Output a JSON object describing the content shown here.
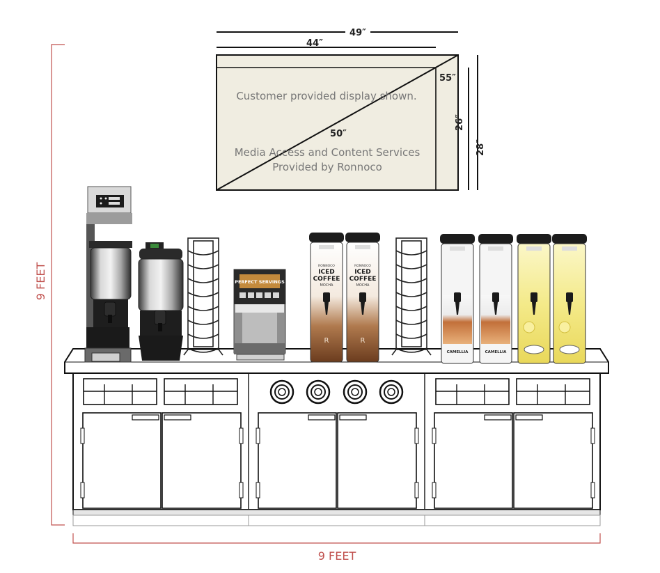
{
  "display": {
    "caption_line1": "Customer provided display shown.",
    "caption_line2": "Media Access and Content Services",
    "caption_line3": "Provided by Ronnoco"
  },
  "dimensions": {
    "outer_width": "49″",
    "inner_width": "44″",
    "diagonal_outer": "55″",
    "diagonal_inner": "50″",
    "inner_height": "26″",
    "outer_height": "28″",
    "total_height": "9 FEET",
    "total_width": "9 FEET"
  },
  "equipment": {
    "cappuccino_brand": "PERFECT SERVINGS",
    "iced_coffee_top": "RONNOCO",
    "iced_coffee_word1": "ICED",
    "iced_coffee_word2": "COFFEE",
    "iced_coffee_flavor": "MOCHA",
    "tea_brand": "CAMELLIA"
  },
  "colors": {
    "dimension_red": "#c0504d",
    "display_fill": "#f0ede1",
    "line_dark": "#111111"
  }
}
